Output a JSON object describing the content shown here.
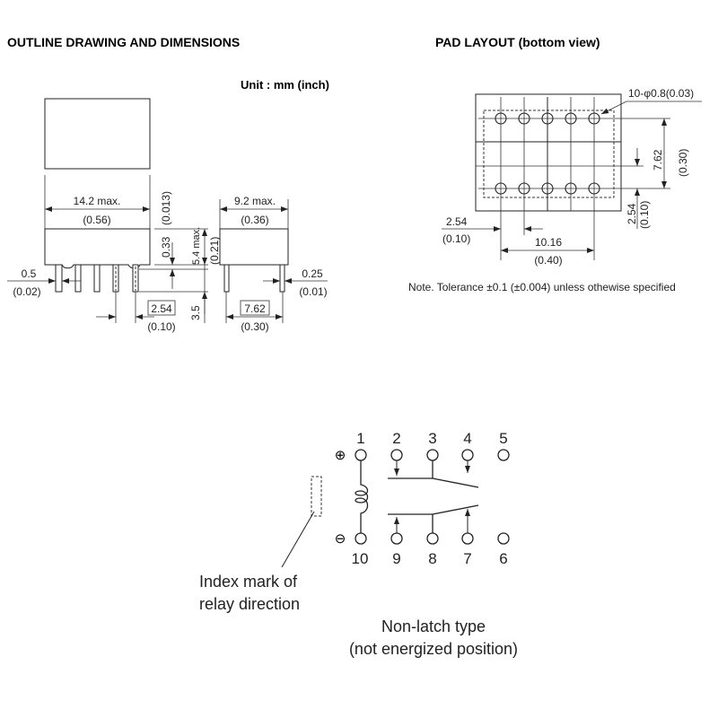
{
  "headings": {
    "outline": "OUTLINE DRAWING AND DIMENSIONS",
    "pad": "PAD LAYOUT (bottom view)",
    "unit": "Unit : mm (inch)"
  },
  "outline": {
    "width": "14.2 max.",
    "width_in": "(0.56)",
    "depth": "9.2 max.",
    "depth_in": "(0.36)",
    "standoff": "0.33",
    "standoff_in": "(0.013)",
    "height": "5.4 max.",
    "height_in": "(0.21)",
    "pin_len": "3.5",
    "pin_w": "0.5",
    "pin_w_in": "(0.02)",
    "pin_t": "0.25",
    "pin_t_in": "(0.01)",
    "pitch": "2.54",
    "pitch_in": "(0.10)",
    "row": "7.62",
    "row_in": "(0.30)"
  },
  "pad": {
    "holes": "10-φ0.8(0.03)",
    "row": "7.62",
    "row_in": "(0.30)",
    "offset": "2.54",
    "offset_in": "(0.10)",
    "pitch": "2.54",
    "pitch_in": "(0.10)",
    "span": "10.16",
    "span_in": "(0.40)",
    "note": "Note. Tolerance ±0.1 (±0.004) unless othewise specified"
  },
  "schematic": {
    "top_pins": [
      "1",
      "2",
      "3",
      "4",
      "5"
    ],
    "bottom_pins": [
      "10",
      "9",
      "8",
      "7",
      "6"
    ],
    "plus": "⊕",
    "minus": "⊖",
    "index_line1": "Index mark of",
    "index_line2": "relay direction",
    "type_line1": "Non-latch type",
    "type_line2": "(not energized position)"
  }
}
